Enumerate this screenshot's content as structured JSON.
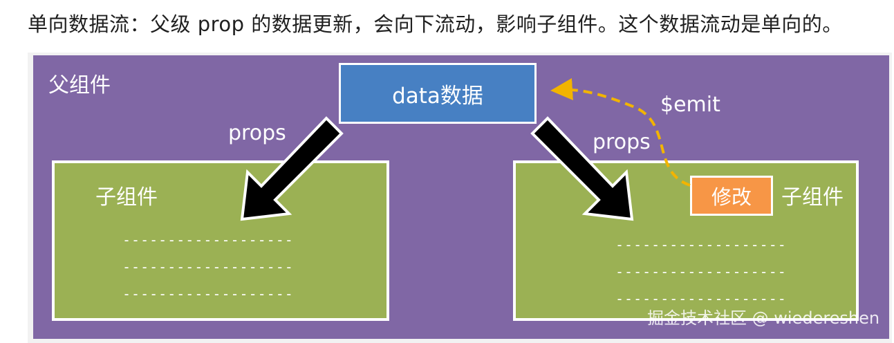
{
  "caption": "单向数据流：父级 prop 的数据更新，会向下流动，影响子组件。这个数据流动是单向的。",
  "diagram": {
    "parent_label": "父组件",
    "data_box_label": "data数据",
    "left_child": {
      "label": "子组件",
      "placeholder_lines": [
        "-------------------",
        "-------------------",
        "-------------------"
      ]
    },
    "right_child": {
      "label": "子组件",
      "edit_button_label": "修改",
      "placeholder_lines": [
        "-------------------",
        "-------------------",
        "-------------------"
      ]
    },
    "left_arrow_label": "props",
    "right_arrow_label": "props",
    "emit_label": "$emit"
  },
  "watermark": "掘金技术社区 @ wiedereshen",
  "colors": {
    "panel": "#8067a5",
    "data_box": "#4780c3",
    "child_box": "#9bb154",
    "edit_button": "#f79646",
    "emit_arrow": "#f2b400"
  },
  "icons": {
    "props_arrows": "thick-black-arrow-down-icon",
    "emit_arrow": "dashed-curved-arrow-icon"
  }
}
